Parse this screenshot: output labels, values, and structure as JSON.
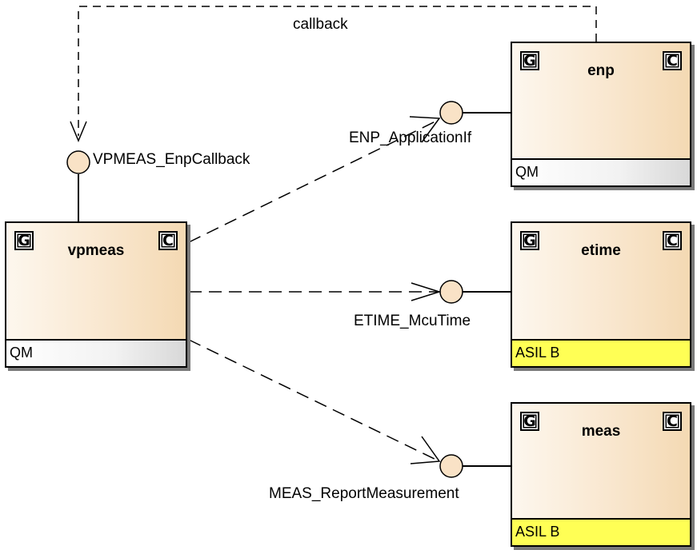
{
  "components": {
    "vpmeas": {
      "name": "vpmeas",
      "g_glyph": "G",
      "c_glyph": "C",
      "safety": "QM"
    },
    "enp": {
      "name": "enp",
      "g_glyph": "G",
      "c_glyph": "C",
      "safety": "QM"
    },
    "etime": {
      "name": "etime",
      "g_glyph": "G",
      "c_glyph": "C",
      "safety": "ASIL B"
    },
    "meas": {
      "name": "meas",
      "g_glyph": "G",
      "c_glyph": "C",
      "safety": "ASIL B"
    }
  },
  "interfaces": {
    "enp_callback": "VPMEAS_EnpCallback",
    "enp_application": "ENP_ApplicationIf",
    "etime_mcutime": "ETIME_McuTime",
    "meas_report": "MEAS_ReportMeasurement"
  },
  "connectors": {
    "callback_label": "callback"
  },
  "colors": {
    "component_fill": "#f9e7cf",
    "interface_fill": "#f9e2c6",
    "asil_footer": "#ffff55",
    "qm_footer": "#e6e6e6"
  }
}
